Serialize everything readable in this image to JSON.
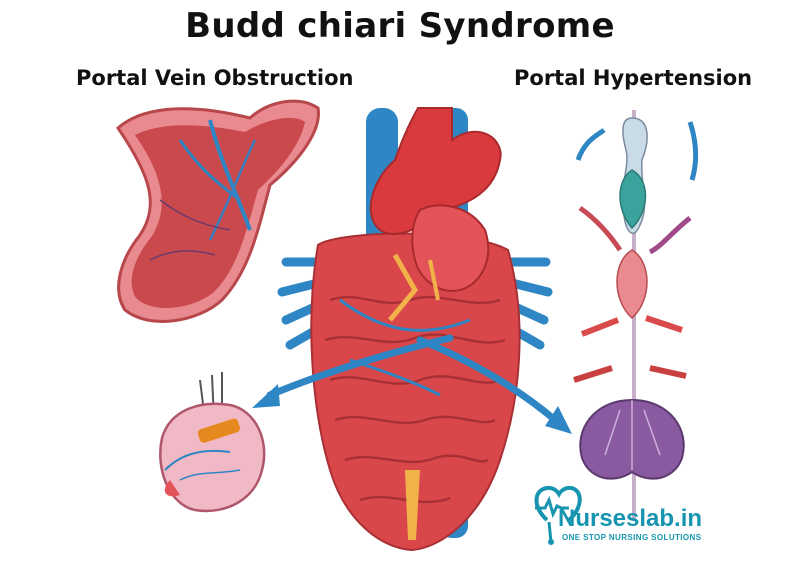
{
  "title": "Budd chiari Syndrome",
  "labels": {
    "left": "Portal Vein Obstruction",
    "right": "Portal Hypertension"
  },
  "brand": {
    "name": "Nurseslab.in",
    "tagline": "ONE STOP NURSING SOLUTIONS",
    "color": "#1795b0"
  },
  "colors": {
    "vessel_blue": "#2f86c4",
    "tissue_red": "#d9474a",
    "tissue_pink": "#f2a3a8"
  }
}
